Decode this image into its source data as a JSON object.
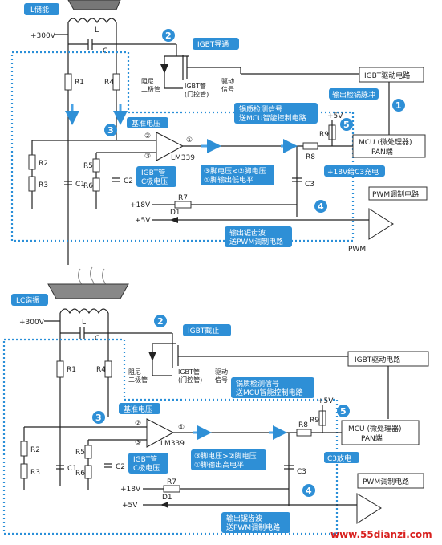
{
  "panel_top": {
    "energy_label": "L储能",
    "voltage": "+300V",
    "inductor": "L",
    "capacitor": "C",
    "step2_label": "2",
    "igbt_state": "IGBT导通",
    "damping_diode": "阻尼\n二极管",
    "igbt_tube": "IGBT管\n(门控管)",
    "drive_signal": "驱动\n信号",
    "igbt_driver": "IGBT驱动电路",
    "output_detect": "输出检锅脉冲",
    "step1_label": "1",
    "pan_detect_signal": "锅质检测信号\n送MCU智能控制电路",
    "r1": "R1",
    "r4": "R4",
    "step3_label": "3",
    "base_voltage": "基准电压",
    "pin2": "②",
    "pin3": "③",
    "pin1": "①",
    "comparator": "LM339",
    "plus5v_a": "+5V",
    "r9": "R9",
    "r8": "R8",
    "mcu": "MCU (微处理器)\nPAN端",
    "step5_label": "5",
    "r2": "R2",
    "r3": "R3",
    "c1": "C1",
    "r5": "R5",
    "r6": "R6",
    "c2": "C2",
    "igbt_c_voltage": "IGBT管\nC极电压",
    "compare_note": "③脚电压<②脚电压\n①脚输出低电平",
    "c3_charge": "+18V给C3充电",
    "c3": "C3",
    "plus18v": "+18V",
    "r7": "R7",
    "plus5v_b": "+5V",
    "d1": "D1",
    "step4_label": "4",
    "sawtooth": "输出锯齿波\n送PWM调制电路",
    "pwm_circuit": "PWM调制电路",
    "pwm": "PWM"
  },
  "panel_bottom": {
    "lc_label": "LC谐振",
    "voltage": "+300V",
    "inductor": "L",
    "capacitor": "C",
    "step2_label": "2",
    "igbt_state": "IGBT截止",
    "damping_diode": "阻尼\n二极管",
    "igbt_tube": "IGBT管\n(门控管)",
    "drive_signal": "驱动\n信号",
    "igbt_driver": "IGBT驱动电路",
    "pan_detect_signal": "锅质检测信号\n送MCU智能控制电路",
    "r1": "R1",
    "r4": "R4",
    "step3_label": "3",
    "base_voltage": "基准电压",
    "pin2": "②",
    "pin3": "③",
    "pin1": "①",
    "comparator": "LM339",
    "plus5v_a": "+5V",
    "r9": "R9",
    "r8": "R8",
    "mcu": "MCU (微处理器)\nPAN端",
    "step5_label": "5",
    "r2": "R2",
    "r3": "R3",
    "c1": "C1",
    "r5": "R5",
    "r6": "R6",
    "c2": "C2",
    "igbt_c_voltage": "IGBT管\nC极电压",
    "compare_note": "③脚电压>②脚电压\n①脚输出高电平",
    "c3_discharge": "C3放电",
    "c3": "C3",
    "plus18v": "+18V",
    "r7": "R7",
    "plus5v_b": "+5V",
    "d1": "D1",
    "step4_label": "4",
    "sawtooth": "输出锯齿波\n送PWM调制电路",
    "pwm_circuit": "PWM调制电路"
  },
  "watermark": "www.55dianzi.com",
  "colors": {
    "accent": "#2e8fd6",
    "dotted": "#2a8fd8",
    "watermark": "#d8201e"
  }
}
